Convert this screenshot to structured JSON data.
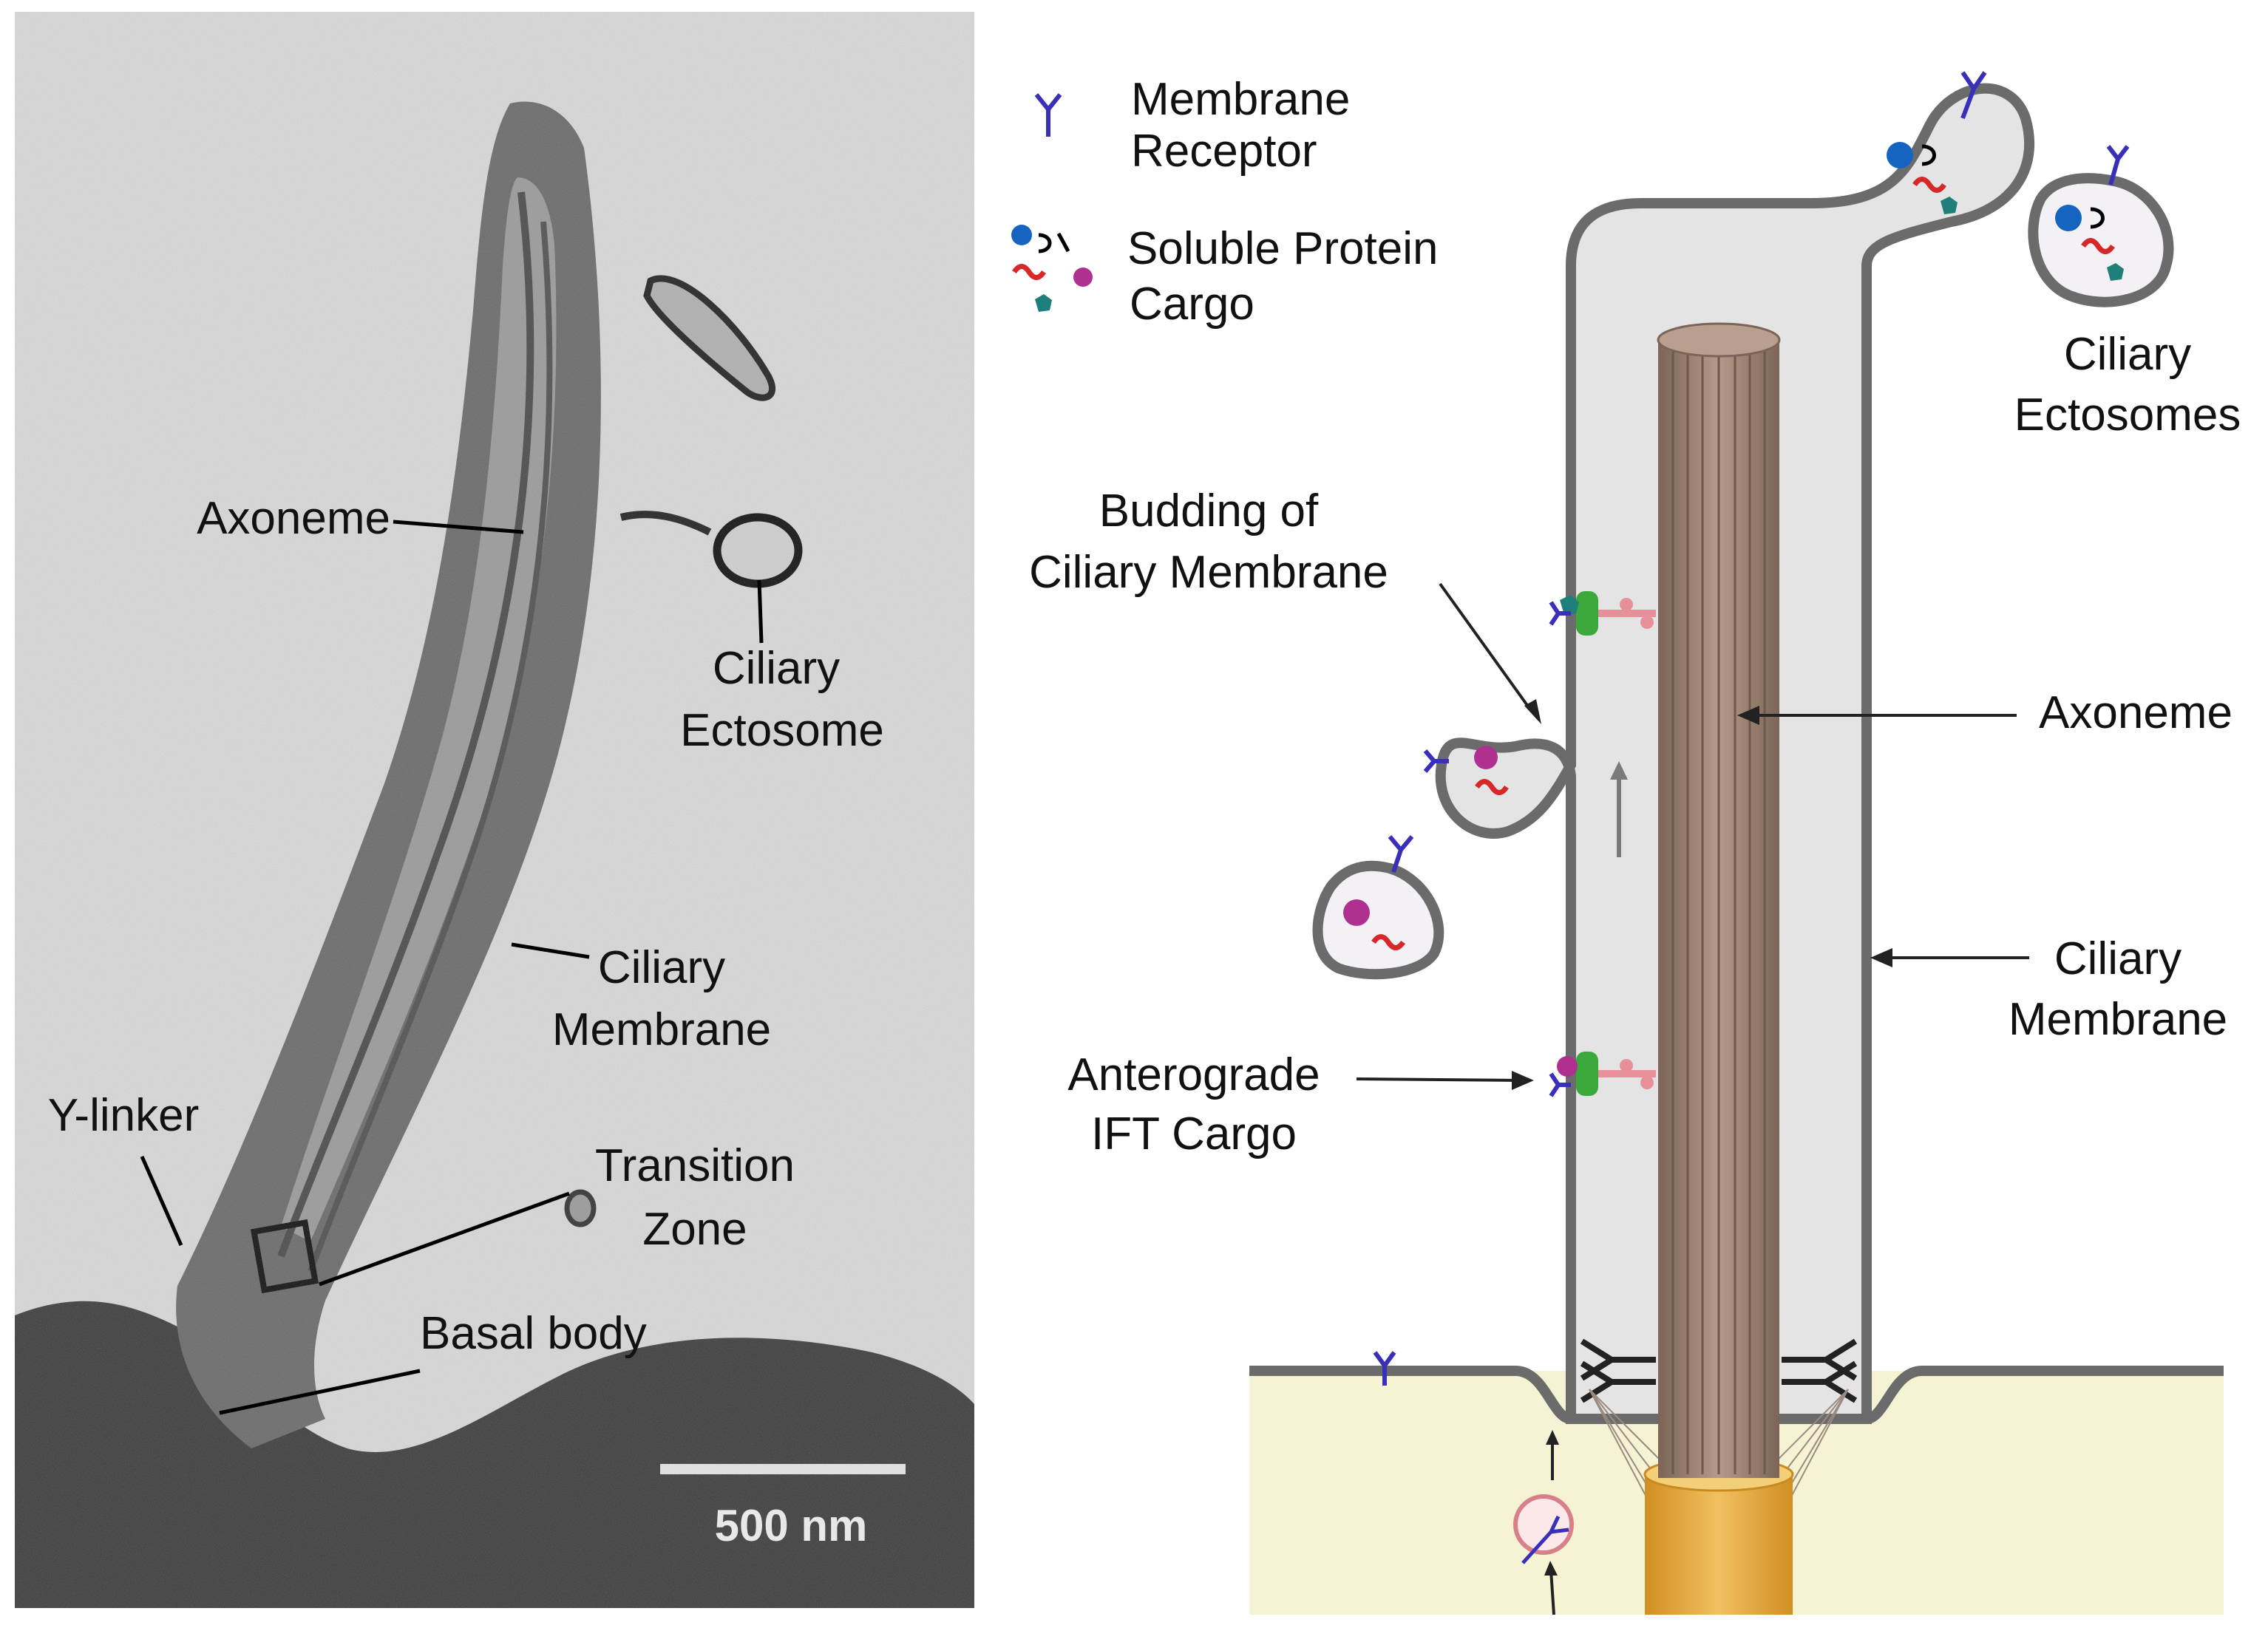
{
  "micrograph": {
    "labels": {
      "axoneme": "Axoneme",
      "ciliary_ectosome_1": "Ciliary",
      "ciliary_ectosome_2": "Ectosome",
      "ciliary_membrane_1": "Ciliary",
      "ciliary_membrane_2": "Membrane",
      "y_linker": "Y-linker",
      "transition_zone_1": "Transition",
      "transition_zone_2": "Zone",
      "basal_body": "Basal body"
    },
    "scale_bar": "500 nm"
  },
  "schematic": {
    "legend": {
      "membrane_receptor_1": "Membrane",
      "membrane_receptor_2": "Receptor",
      "soluble_cargo_1": "Soluble Protein",
      "soluble_cargo_2": "Cargo"
    },
    "labels": {
      "ciliary_ectosomes_1": "Ciliary",
      "ciliary_ectosomes_2": "Ectosomes",
      "budding_1": "Budding of",
      "budding_2": "Ciliary Membrane",
      "axoneme": "Axoneme",
      "ciliary_membrane_1": "Ciliary",
      "ciliary_membrane_2": "Membrane",
      "anterograde_1": "Anterograde",
      "anterograde_2": "IFT Cargo"
    }
  },
  "colors": {
    "membrane": "#6b6b6b",
    "cilium_fill": "#e4e4e4",
    "cytoplasm": "#f5f3d3",
    "axoneme": "#9a8272",
    "basal_body": "#e2a93a",
    "receptor": "#3a2fb8",
    "cargo_blue": "#1565c0",
    "cargo_red": "#d62828",
    "cargo_magenta": "#b0308f",
    "cargo_teal": "#1f7f7a",
    "ift_green": "#3aa83a",
    "motor_pink": "#e8909a"
  }
}
